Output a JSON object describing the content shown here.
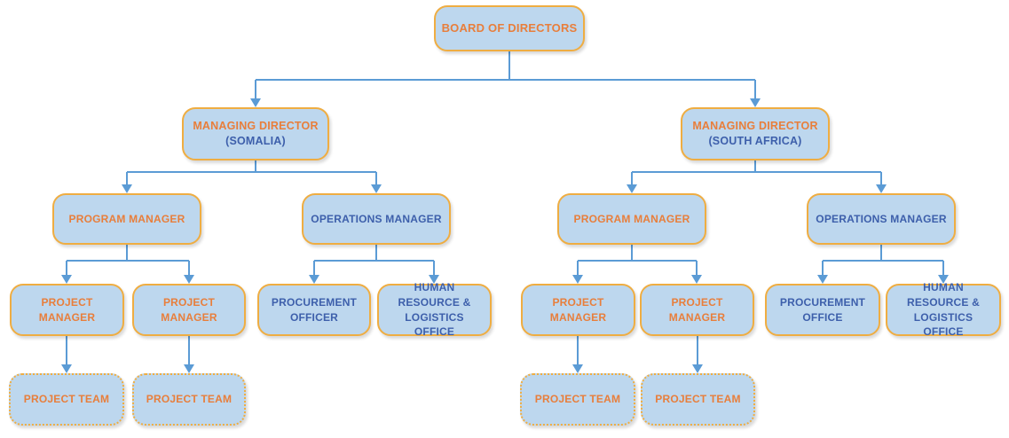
{
  "palette": {
    "box_fill": "#BDD7EE",
    "box_border": "#EFAD42",
    "connector": "#5B9BD5",
    "text_orange": "#E87E3B",
    "text_blue": "#3D5FAB",
    "background": "#FFFFFF"
  },
  "nodes": {
    "board": {
      "label": "BOARD OF DIRECTORS"
    },
    "md_somalia": {
      "label": "MANAGING DIRECTOR",
      "sublabel": "(SOMALIA)"
    },
    "md_south_africa": {
      "label": "MANAGING DIRECTOR",
      "sublabel": "(SOUTH AFRICA)"
    },
    "program_manager_somalia": {
      "label": "PROGRAM MANAGER"
    },
    "operations_manager_somalia": {
      "label": "OPERATIONS MANAGER"
    },
    "program_manager_south_africa": {
      "label": "PROGRAM MANAGER"
    },
    "operations_manager_south_africa": {
      "label": "OPERATIONS MANAGER"
    },
    "project_manager_1_somalia": {
      "label": [
        "PROJECT",
        "MANAGER"
      ]
    },
    "project_manager_2_somalia": {
      "label": [
        "PROJECT",
        "MANAGER"
      ]
    },
    "procurement_officer_somalia": {
      "label": [
        "PROCUREMENT",
        "OFFICER"
      ]
    },
    "hr_logistics_somalia": {
      "label": [
        "HUMAN",
        "RESOURCE &",
        "LOGISTICS OFFICE"
      ]
    },
    "project_manager_1_south_africa": {
      "label": [
        "PROJECT",
        "MANAGER"
      ]
    },
    "project_manager_2_south_africa": {
      "label": [
        "PROJECT",
        "MANAGER"
      ]
    },
    "procurement_office_south_africa": {
      "label": [
        "PROCUREMENT",
        "OFFICE"
      ]
    },
    "hr_logistics_south_africa": {
      "label": [
        "HUMAN",
        "RESOURCE &",
        "LOGISTICS OFFICE"
      ]
    },
    "project_team_1_somalia": {
      "label": "PROJECT TEAM"
    },
    "project_team_2_somalia": {
      "label": "PROJECT TEAM"
    },
    "project_team_1_south_africa": {
      "label": "PROJECT TEAM"
    },
    "project_team_2_south_africa": {
      "label": "PROJECT TEAM"
    }
  }
}
